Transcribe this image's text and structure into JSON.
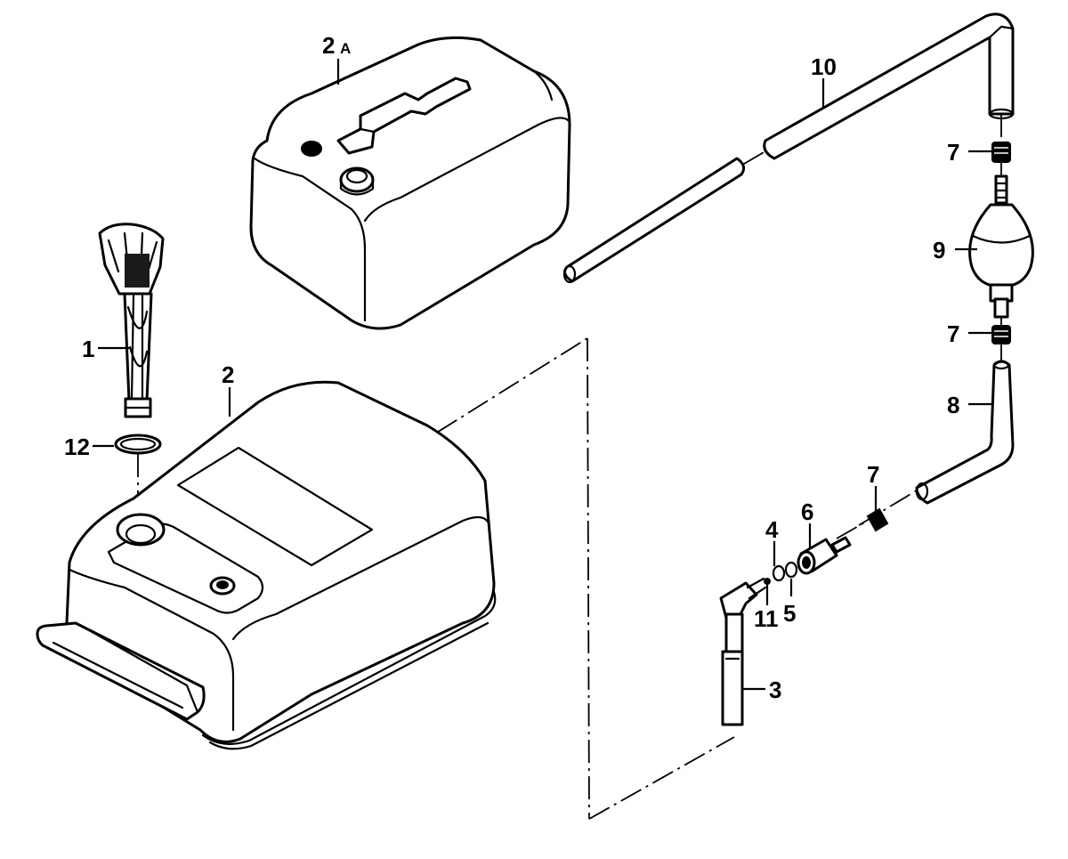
{
  "callouts": {
    "c1": "1",
    "c2": "2",
    "c2a_num": "2",
    "c2a_suffix": "A",
    "c3": "3",
    "c4": "4",
    "c5": "5",
    "c6": "6",
    "c7_top": "7",
    "c7_mid": "7",
    "c7_low": "7",
    "c8": "8",
    "c9": "9",
    "c10": "10",
    "c11": "11",
    "c12": "12"
  },
  "colors": {
    "ink": "#000000",
    "paper": "#ffffff"
  }
}
